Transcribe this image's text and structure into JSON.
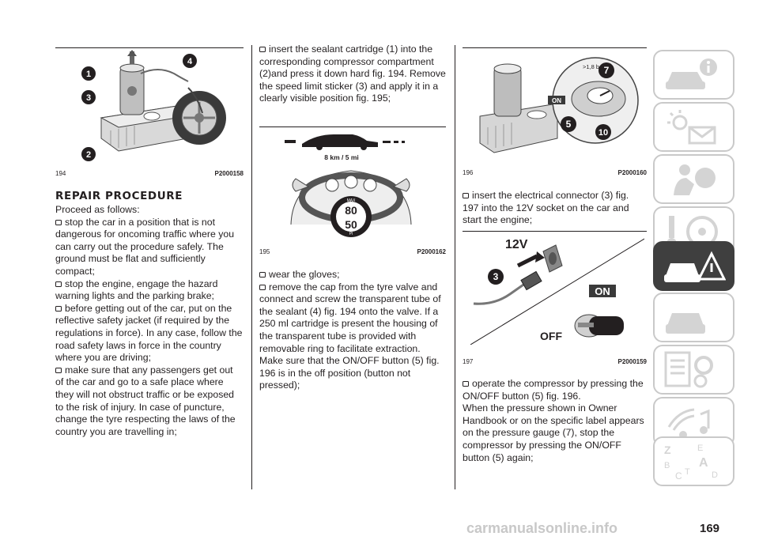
{
  "figures": {
    "fig194": {
      "num": "194",
      "code": "P2000158",
      "callouts": [
        "1",
        "2",
        "3",
        "4"
      ]
    },
    "fig195": {
      "num": "195",
      "code": "P2000162",
      "speed": "8 km / 5 mi",
      "gauge_top": "80",
      "gauge_bottom": "50",
      "gauge_ring_top": "MAX",
      "gauge_ring_bottom": "PI"
    },
    "fig196": {
      "num": "196",
      "code": "P2000160",
      "pressure": ">1,8 bar",
      "on_label": "ON",
      "callouts": [
        "7",
        "5",
        "10"
      ]
    },
    "fig197": {
      "num": "197",
      "code": "P2000159",
      "voltage": "12V",
      "callout": "3",
      "on_label": "ON",
      "off_label": "OFF"
    }
  },
  "col1": {
    "heading": "REPAIR PROCEDURE",
    "intro": "Proceed as follows:",
    "bullets": [
      "stop the car in a position that is not dangerous for oncoming traffic where you can carry out the procedure safely. The ground must be flat and sufficiently compact;",
      "stop the engine, engage the hazard warning lights and the parking brake;",
      "before getting out of the car, put on the reflective safety jacket (if required by the regulations in force). In any case, follow the road safety laws in force in the country where you are driving;",
      "make sure that any passengers get out of the car and go to a safe place where they will not obstruct traffic or be exposed to the risk of injury. In case of puncture, change the tyre respecting the laws of the country you are travelling in;"
    ]
  },
  "col2": {
    "bullets_top": [
      "insert the sealant cartridge (1) into the corresponding compressor compartment (2)and press it down hard fig. 194. Remove the speed limit sticker (3) and apply it in a clearly visible position fig. 195;"
    ],
    "bullets_bottom": [
      "wear the gloves;",
      "remove the cap from the tyre valve and connect and screw the transparent tube of the sealant (4) fig. 194 onto the valve. If a 250 ml cartridge is present the housing of the transparent tube is provided with removable ring to facilitate extraction."
    ],
    "note": "Make sure that the ON/OFF button (5) fig. 196 is in the off position (button not pressed);"
  },
  "col3": {
    "bullets_a": [
      "insert the electrical connector (3) fig. 197 into the 12V socket on the car and start the engine;"
    ],
    "bullets_b": [
      "operate the compressor by pressing the ON/OFF button (5) fig. 196."
    ],
    "note": "When the pressure shown in Owner Handbook or on the specific label appears on the pressure gauge (7), stop the compressor by pressing the ON/OFF button (5) again;"
  },
  "page_number": "169",
  "watermark": "carmanualsonline.info",
  "side_tabs": [
    {
      "icon": "car-info-icon",
      "active": false
    },
    {
      "icon": "dashboard-warning-icon",
      "active": false
    },
    {
      "icon": "safety-airbag-icon",
      "active": false
    },
    {
      "icon": "steering-key-icon",
      "active": false
    },
    {
      "icon": "car-breakdown-icon",
      "active": true
    },
    {
      "icon": "car-service-icon",
      "active": false
    },
    {
      "icon": "technical-data-icon",
      "active": false
    },
    {
      "icon": "multimedia-icon",
      "active": false
    },
    {
      "icon": "index-icon",
      "active": false
    }
  ],
  "tab_index_letters": [
    "Z",
    "E",
    "A",
    "B",
    "C",
    "D",
    "T"
  ],
  "colors": {
    "text": "#231f20",
    "tab_border": "#c9c9c9",
    "tab_active": "#3f3f3f",
    "watermark": "#c8c8c8"
  }
}
